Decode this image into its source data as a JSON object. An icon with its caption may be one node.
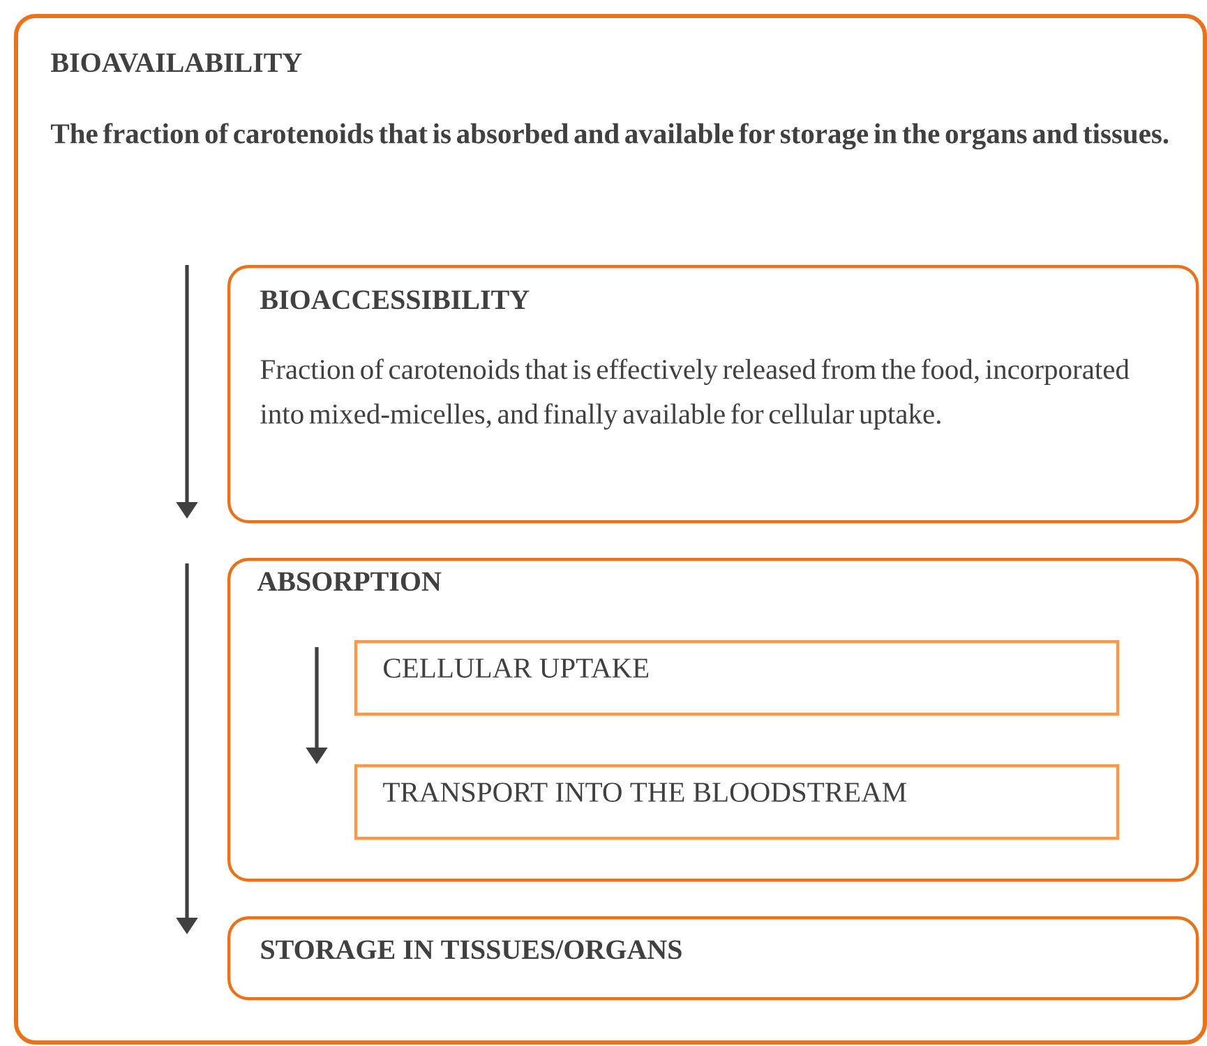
{
  "diagram": {
    "nodes": [
      {
        "text": [
          "BIOAVAILABILITY",
          "The fraction of carotenoids that is absorbed and available for storage in the organs and tissues."
        ]
      },
      {
        "text": [
          "BIOACCESSIBILITY",
          "Fraction of carotenoids that is effectively released from the food, incorporated into mixed-micelles, and finally available for cellular uptake."
        ],
        "in": 0
      },
      {
        "text": [
          "ABSORPTION"
        ],
        "in": 0
      },
      {
        "text": [
          "CELLULAR UPTAKE"
        ],
        "in": 2
      },
      {
        "text": [
          "TRANSPORT INTO THE BLOODSTREAM"
        ],
        "in": 2
      },
      {
        "text": [
          "STORAGE IN TISSUES/ORGANS"
        ],
        "in": 0
      }
    ]
  }
}
